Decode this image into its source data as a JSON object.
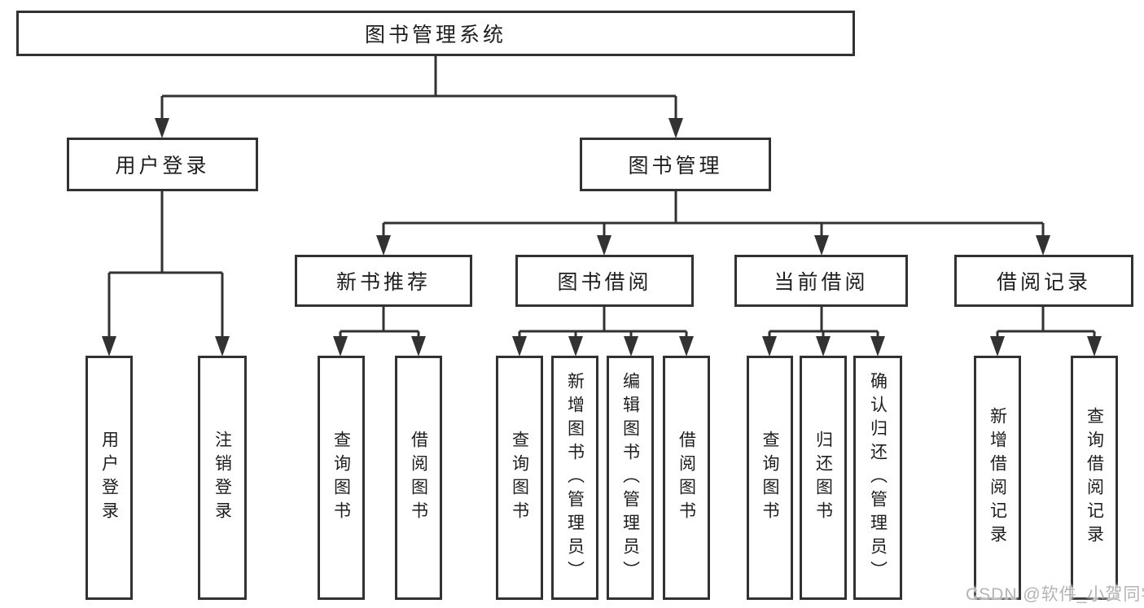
{
  "tree": {
    "root": {
      "label": "图书管理系统"
    },
    "branches": [
      {
        "label": "用户登录",
        "children": [
          {
            "label": "用户登录"
          },
          {
            "label": "注销登录"
          }
        ]
      },
      {
        "label": "图书管理",
        "children": [
          {
            "label": "新书推荐",
            "children": [
              {
                "label": "查询图书"
              },
              {
                "label": "借阅图书"
              }
            ]
          },
          {
            "label": "图书借阅",
            "children": [
              {
                "label": "查询图书"
              },
              {
                "label": "新增图书（管理员）"
              },
              {
                "label": "编辑图书（管理员）"
              },
              {
                "label": "借阅图书"
              }
            ]
          },
          {
            "label": "当前借阅",
            "children": [
              {
                "label": "查询图书"
              },
              {
                "label": "归还图书"
              },
              {
                "label": "确认归还（管理员）"
              }
            ]
          },
          {
            "label": "借阅记录",
            "children": [
              {
                "label": "新增借阅记录"
              },
              {
                "label": "查询借阅记录"
              }
            ]
          }
        ]
      }
    ]
  },
  "watermark": {
    "text": "CSDN @软件_小贺同学"
  },
  "colors": {
    "line": "#323232",
    "box_border": "#323232",
    "text": "#1e1e1e",
    "watermark": "#b4b4b4",
    "background": "#ffffff"
  }
}
